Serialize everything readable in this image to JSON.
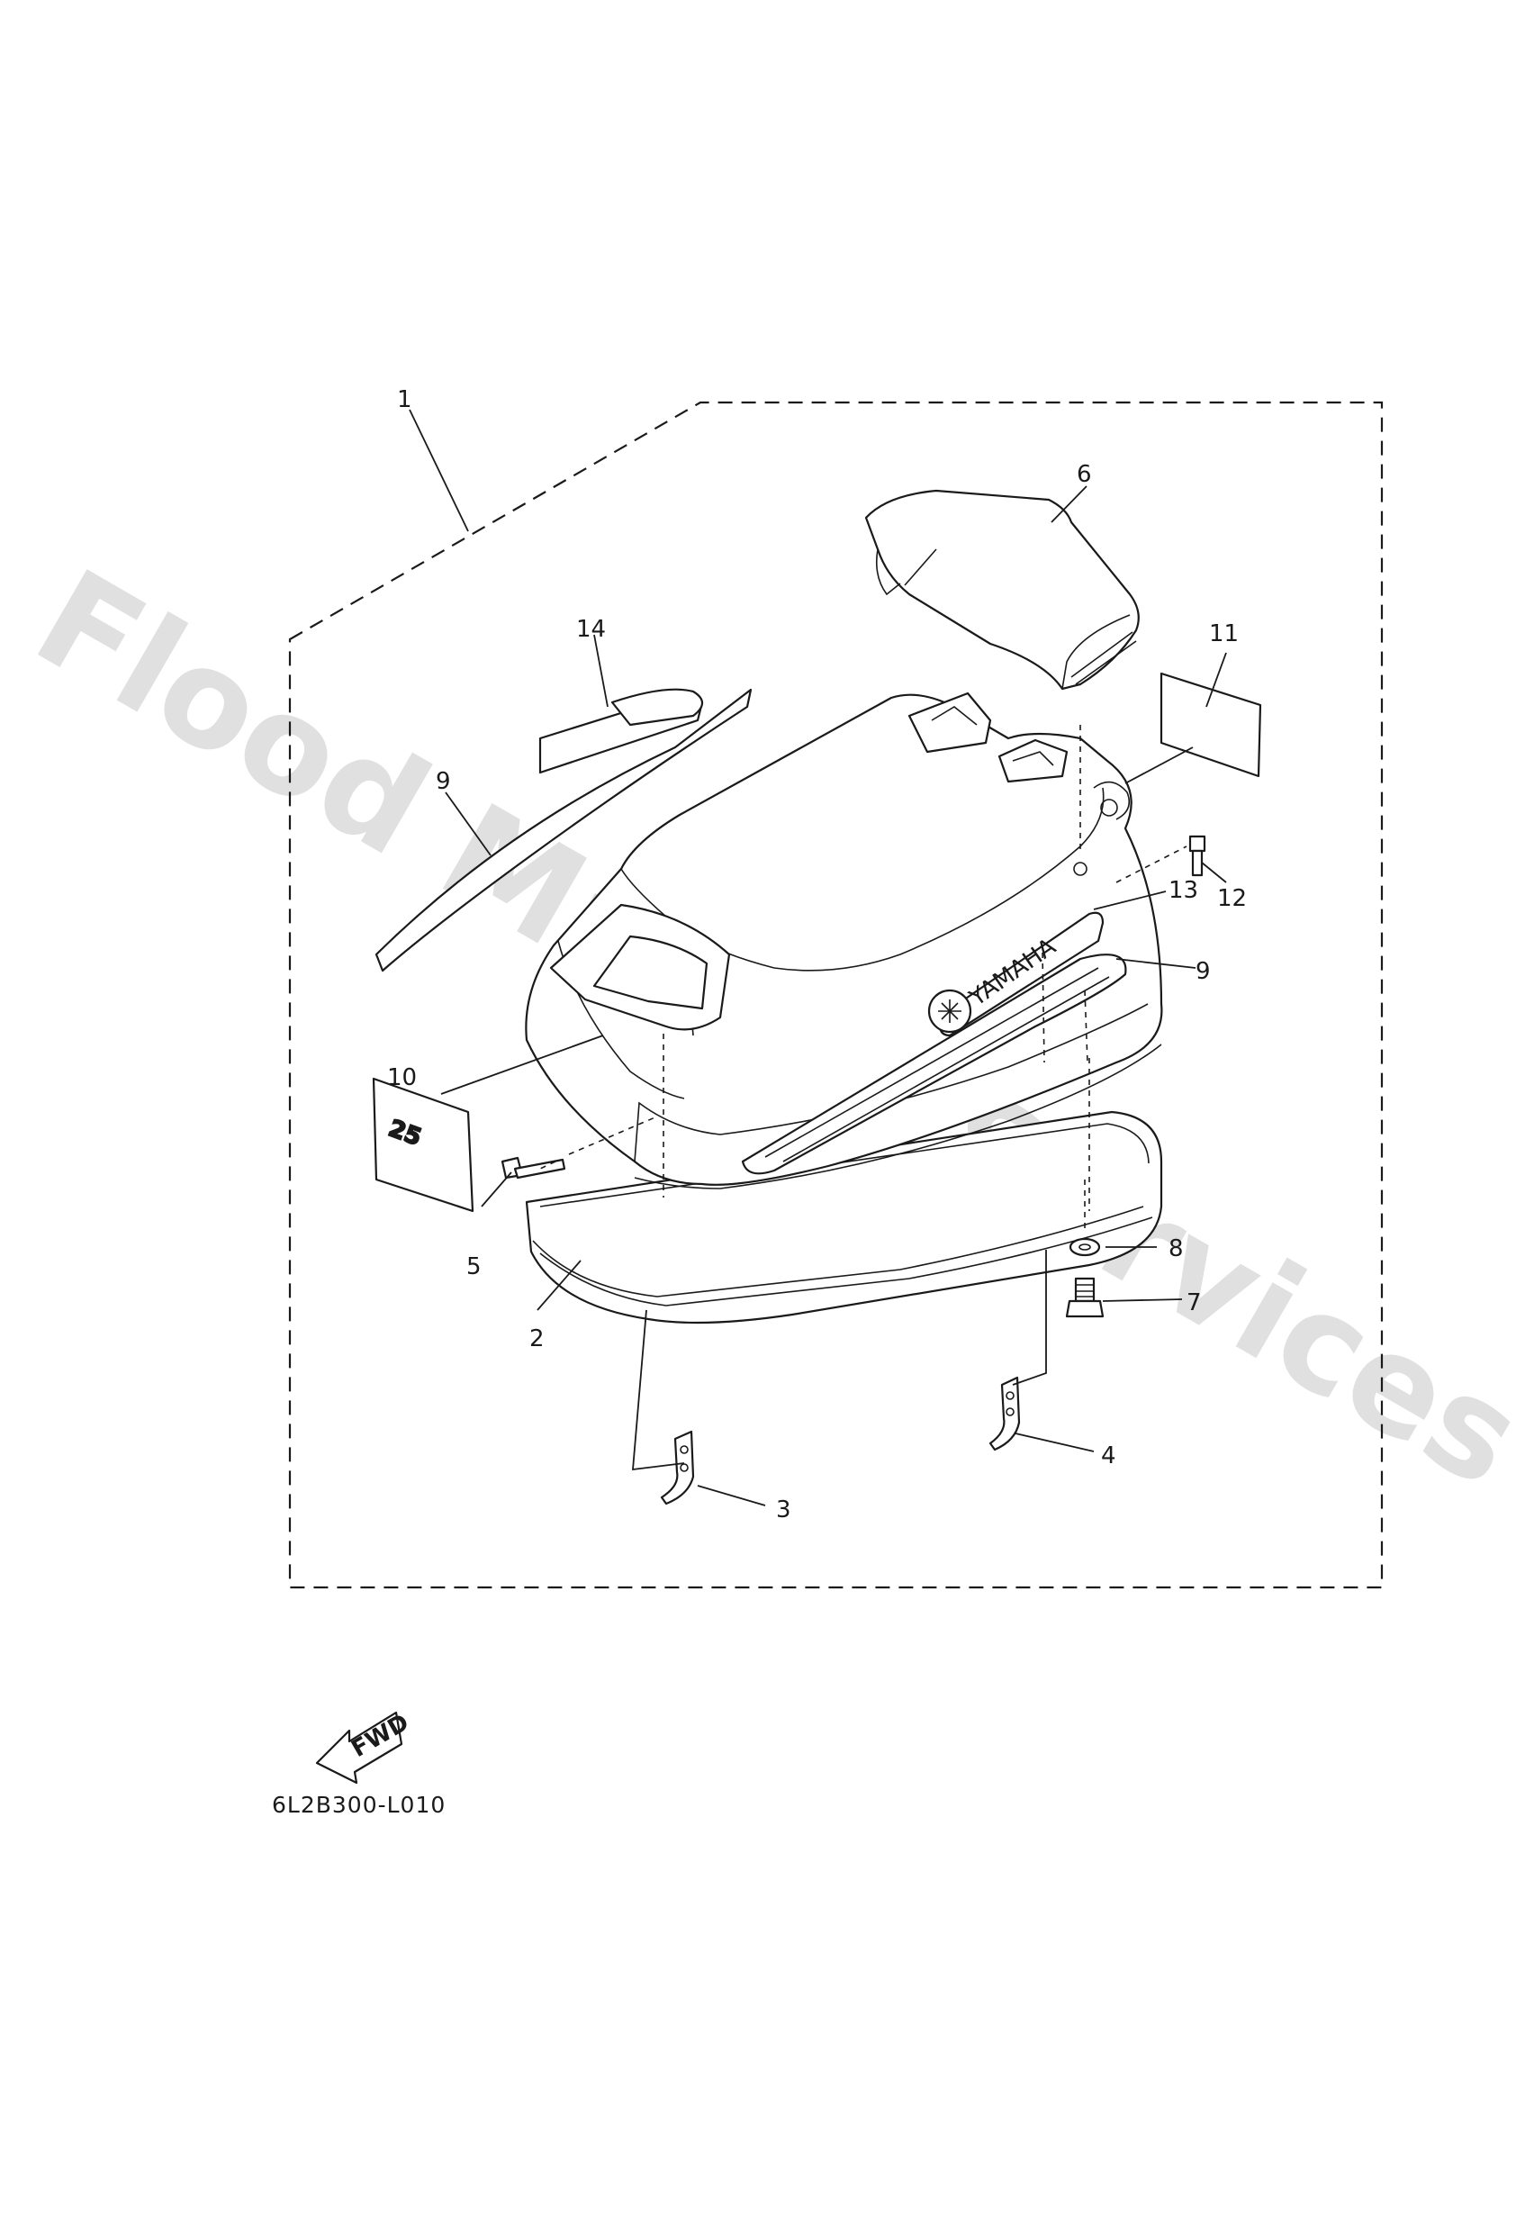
{
  "diagram": {
    "callouts": {
      "p1": "1",
      "p2": "2",
      "p3": "3",
      "p4": "4",
      "p5": "5",
      "p6": "6",
      "p7": "7",
      "p8": "8",
      "p9a": "9",
      "p9b": "9",
      "p10": "10",
      "p11": "11",
      "p12": "12",
      "p13": "13",
      "p14": "14"
    },
    "brand_text": "YAMAHA",
    "decal_number": "25",
    "fwd_label": "FWD",
    "reference_code": "6L2B300-L010",
    "watermark": "Flood Marine Services"
  }
}
